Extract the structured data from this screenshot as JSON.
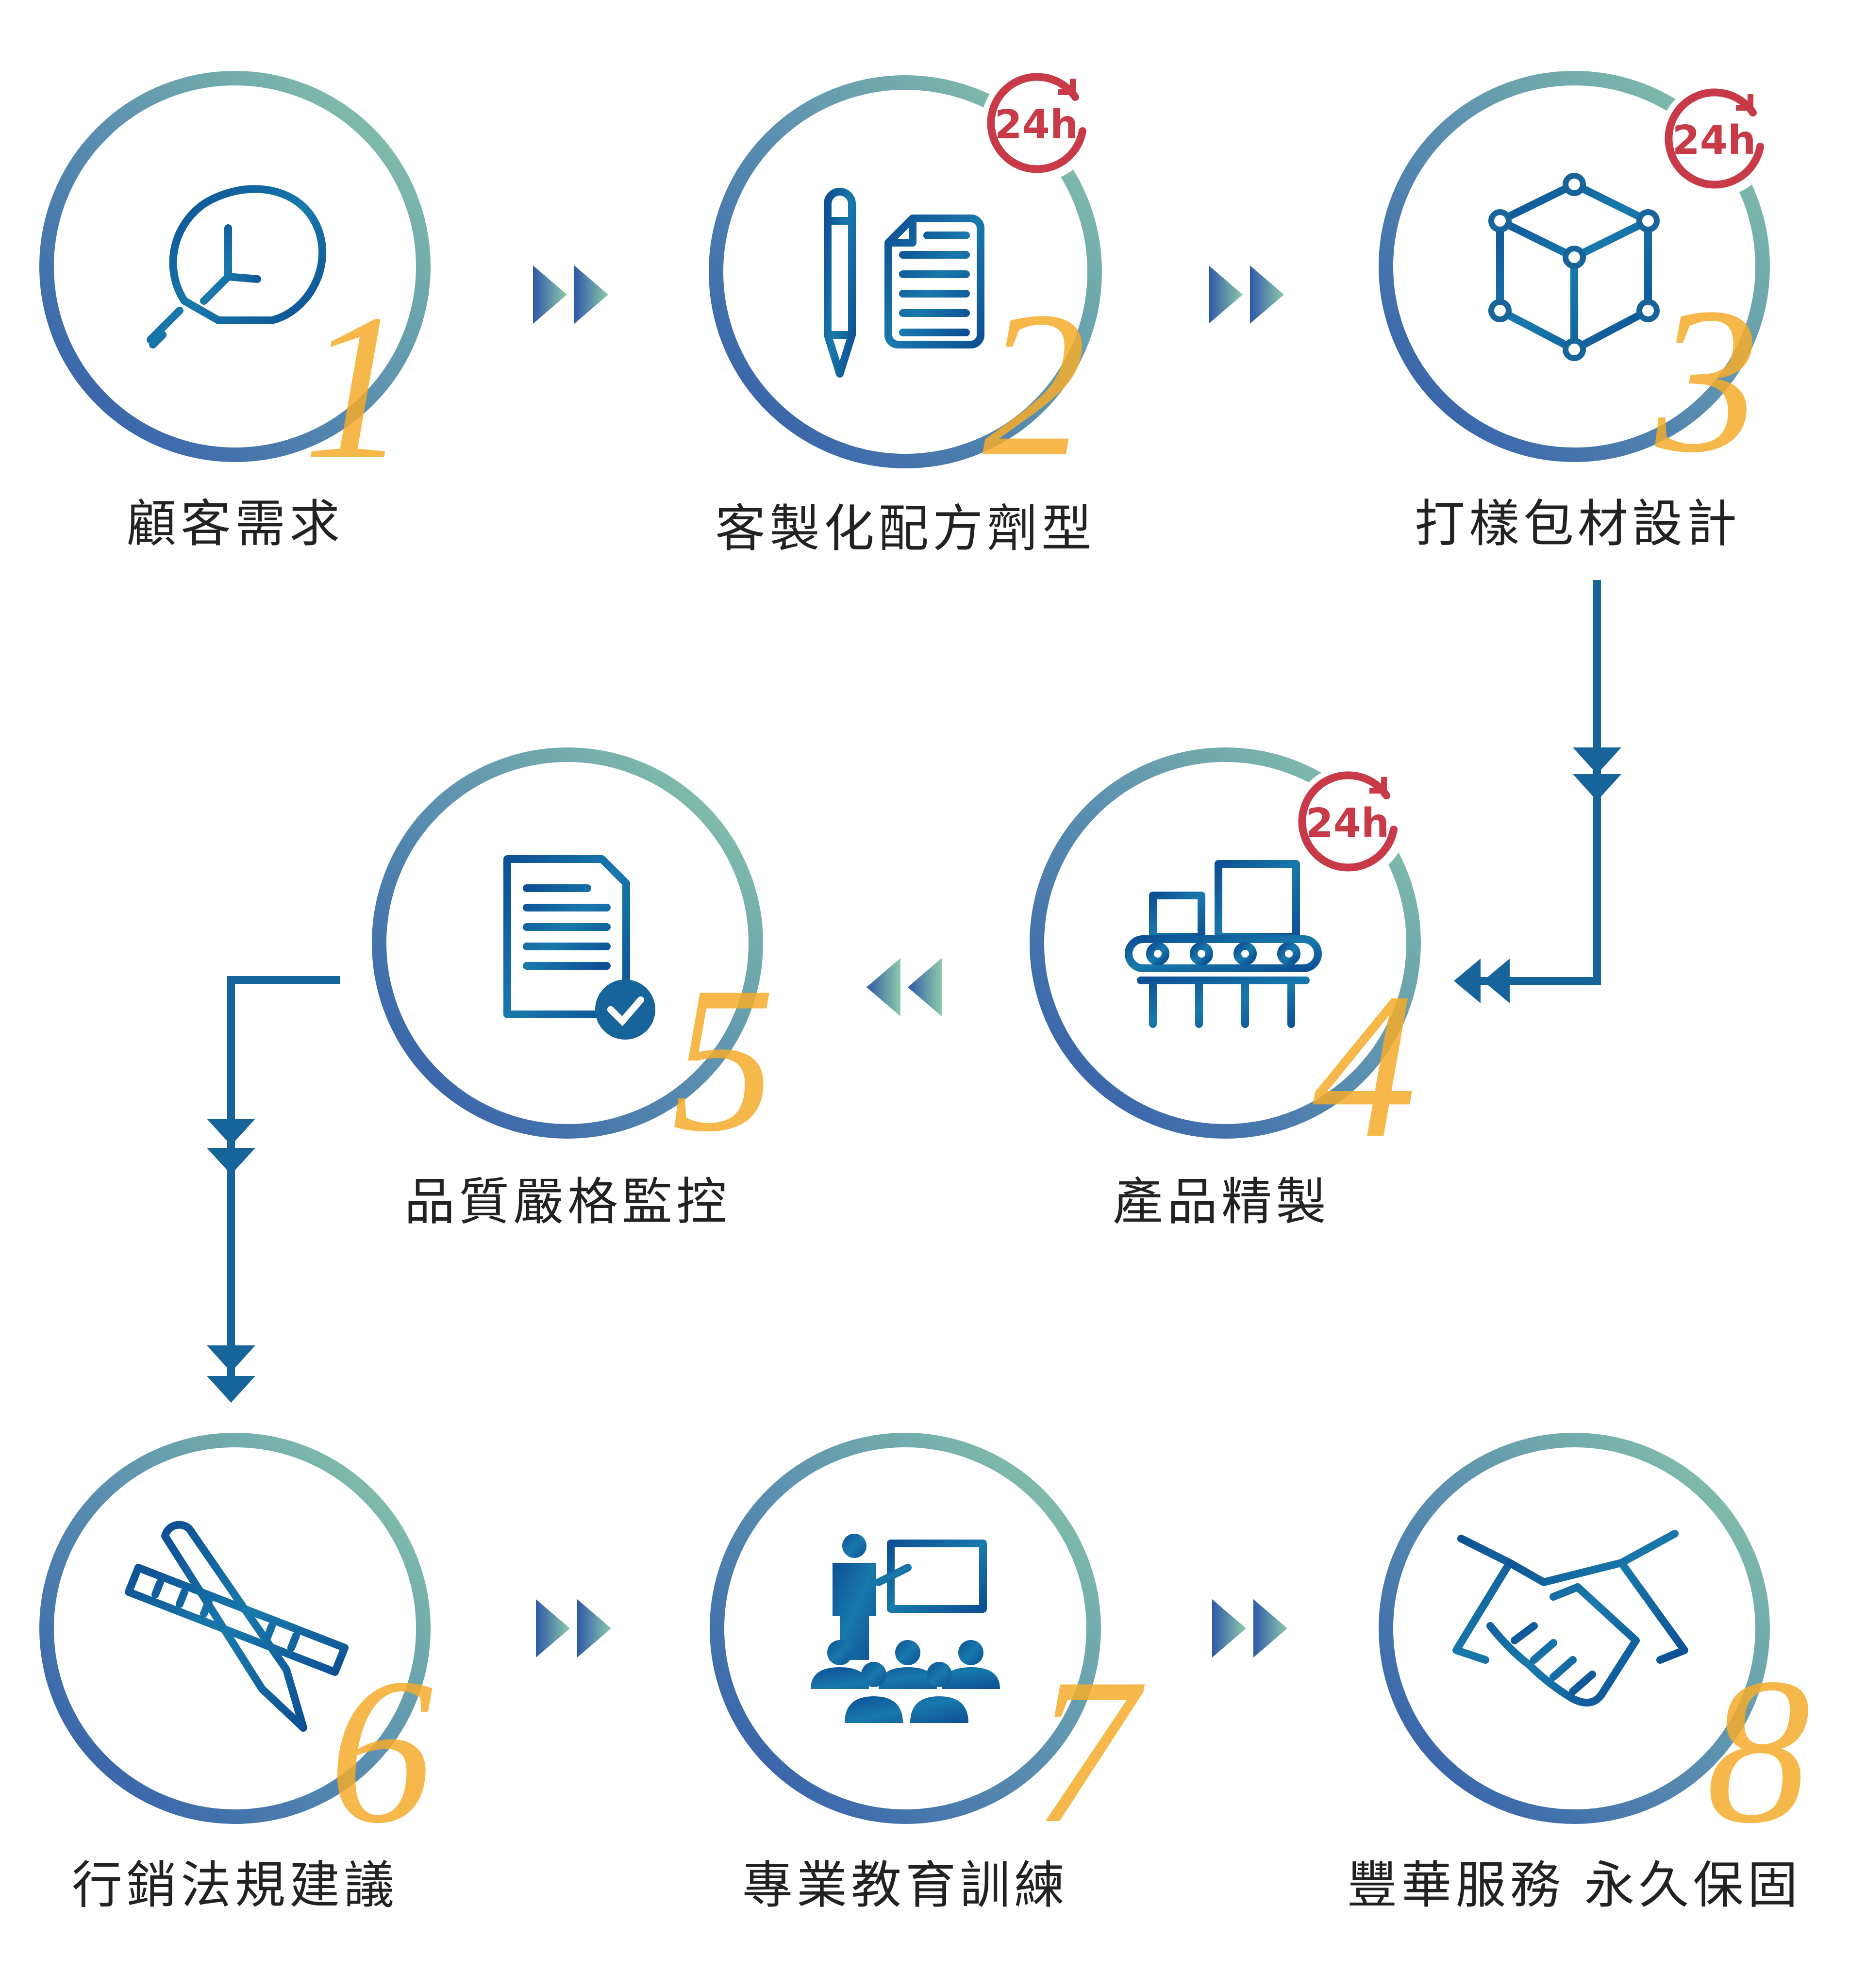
{
  "title": "服務流程",
  "steps": [
    {
      "number": "1",
      "label": "顧客需求",
      "icon": "lightbulb-icon",
      "badge": null
    },
    {
      "number": "2",
      "label": "客製化配方劑型",
      "icon": "document-pencil-icon",
      "badge": "24h"
    },
    {
      "number": "3",
      "label": "打樣包材設計",
      "icon": "cube-icon",
      "badge": "24h"
    },
    {
      "number": "4",
      "label": "產品精製",
      "icon": "conveyor-icon",
      "badge": "24h"
    },
    {
      "number": "5",
      "label": "品質嚴格監控",
      "icon": "document-check-icon",
      "badge": null
    },
    {
      "number": "6",
      "label": "行銷法規建議",
      "icon": "pencil-ruler-icon",
      "badge": null
    },
    {
      "number": "7",
      "label": "專業教育訓練",
      "icon": "presentation-icon",
      "badge": null
    },
    {
      "number": "8",
      "label": "豐華服務 永久保固",
      "icon": "handshake-icon",
      "badge": null
    }
  ],
  "colors": {
    "ring_start": "#2f58a8",
    "ring_end": "#8ccaa8",
    "number": "#f4ab2a",
    "badge": "#c93a48",
    "icon": "#17649a"
  }
}
